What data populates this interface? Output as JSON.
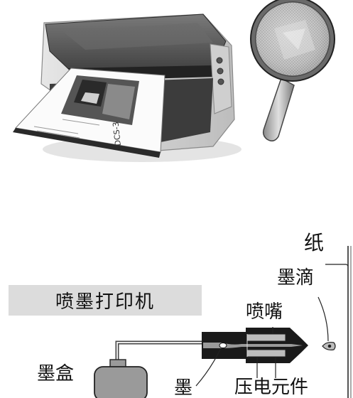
{
  "title": "喷墨打印机",
  "labels": {
    "paper": "纸",
    "droplet": "墨滴",
    "nozzle": "喷嘴",
    "cartridge": "墨盒",
    "ink": "墨",
    "piezo": "压电元件"
  },
  "printout_text": "DCS-3",
  "colors": {
    "ink_body": "#1a1a1a",
    "gray_fill": "#9a9a9a",
    "label_box": "#dcdcdc"
  }
}
